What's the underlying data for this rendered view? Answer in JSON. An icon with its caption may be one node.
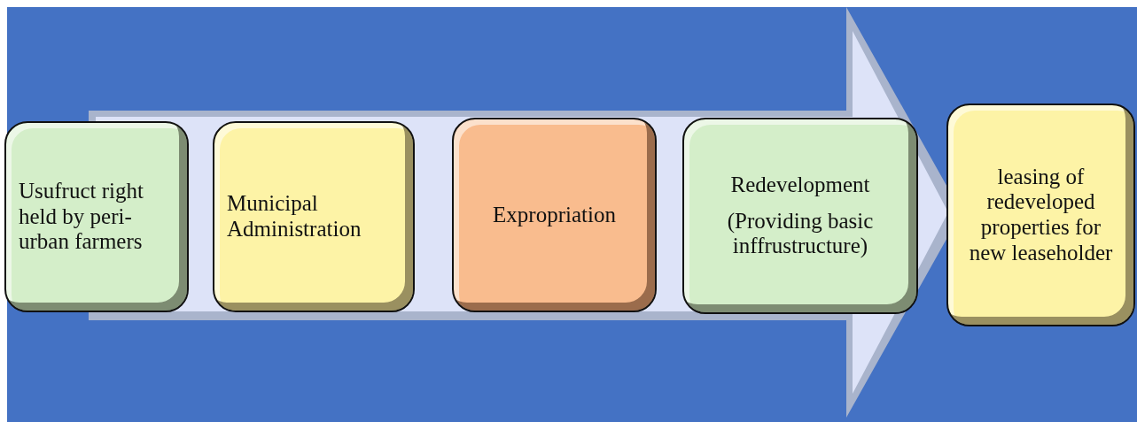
{
  "diagram": {
    "nodes": [
      {
        "text": [
          "Usufruct right held by peri-urban farmers"
        ]
      },
      {
        "text": [
          "Municipal Administration"
        ]
      },
      {
        "text": [
          "Expropriation"
        ]
      },
      {
        "text": [
          "Redevelopment",
          "(Providing basic inffrustructure)"
        ]
      },
      {
        "text": [
          "leasing of redeveloped properties for new leaseholder"
        ]
      }
    ]
  }
}
